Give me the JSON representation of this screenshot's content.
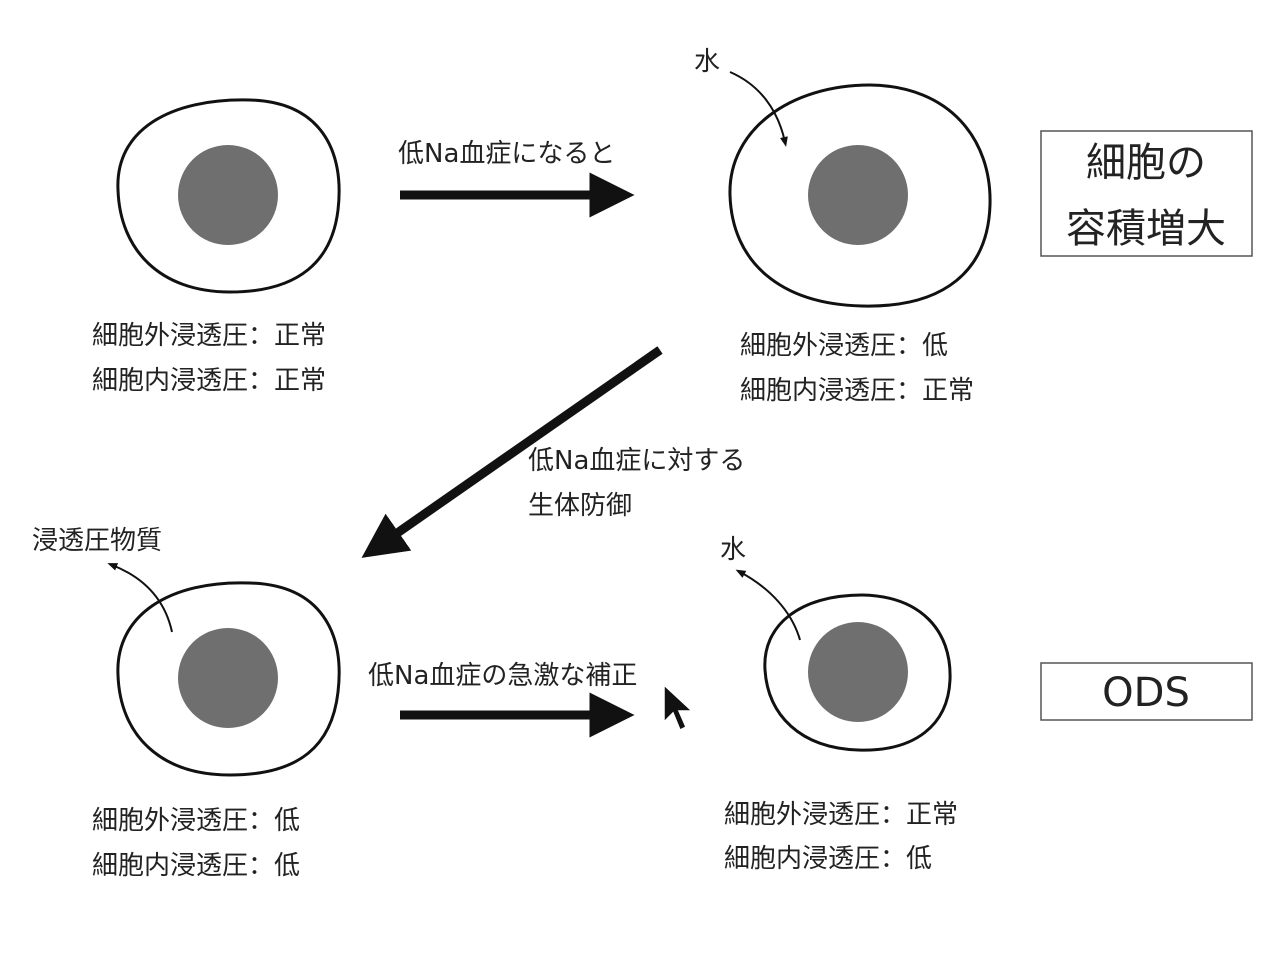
{
  "arrows": {
    "top": "低Na血症になると",
    "diagonal_line1": "低Na血症に対する",
    "diagonal_line2": "生体防御",
    "bottom": "低Na血症の急激な補正"
  },
  "cells": {
    "top_left": {
      "line1": "細胞外浸透圧：正常",
      "line2": "細胞内浸透圧：正常"
    },
    "top_right": {
      "line1": "細胞外浸透圧：低",
      "line2": "細胞内浸透圧：正常",
      "annotation": "水"
    },
    "bottom_left": {
      "line1": "細胞外浸透圧：低",
      "line2": "細胞内浸透圧：低",
      "annotation": "浸透圧物質"
    },
    "bottom_right": {
      "line1": "細胞外浸透圧：正常",
      "line2": "細胞内浸透圧：低",
      "annotation": "水"
    }
  },
  "boxes": {
    "top_line1": "細胞の",
    "top_line2": "容積増大",
    "bottom": "ODS"
  },
  "colors": {
    "nucleus": "#6f6f6f",
    "stroke": "#111111"
  }
}
